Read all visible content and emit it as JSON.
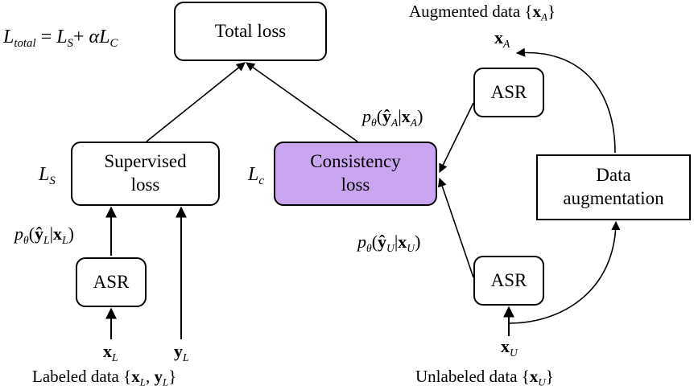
{
  "colors": {
    "consistency_fill": "#c9a6ef",
    "line": "#000000",
    "box_fill": "#ffffff"
  },
  "formula": {
    "lhs_symbol": "L",
    "lhs_sub": "total",
    "equals": " = ",
    "ls_symbol": "L",
    "ls_sub": "S",
    "plus": "+",
    "alpha": " αL",
    "lc_sub": "C"
  },
  "boxes": {
    "total_loss": "Total loss",
    "supervised_line1": "Supervised",
    "supervised_line2": "loss",
    "consistency_line1": "Consistency",
    "consistency_line2": "loss",
    "asr_labeled": "ASR",
    "asr_augmented": "ASR",
    "asr_unlabeled": "ASR",
    "augmentation_line1": "Data",
    "augmentation_line2": "augmentation"
  },
  "labels": {
    "ls": {
      "symbol": "L",
      "sub": "S"
    },
    "lc": {
      "symbol": "L",
      "sub": "c"
    },
    "p_theta": "p",
    "theta": "θ",
    "p_labeled": {
      "yhat": "ŷ",
      "ysub": "L",
      "bar": "|",
      "x": "x",
      "xsub": "L"
    },
    "p_augmented": {
      "yhat": "ŷ",
      "ysub": "A",
      "bar": "|",
      "x": "x",
      "xsub": "A"
    },
    "p_unlabeled": {
      "yhat": "ŷ",
      "ysub": "U",
      "bar": "|",
      "x": "x",
      "xsub": "U"
    },
    "x_labeled": {
      "x": "x",
      "sub": "L"
    },
    "y_labeled": {
      "y": "y",
      "sub": "L"
    },
    "x_unlabeled": {
      "x": "x",
      "sub": "U"
    },
    "x_augmented": {
      "x": "x",
      "sub": "A"
    }
  },
  "captions": {
    "labeled": {
      "text": "Labeled data {",
      "x": "x",
      "xsub": "L",
      "comma": ", ",
      "y": "y",
      "ysub": "L",
      "close": "}"
    },
    "unlabeled": {
      "text": "Unlabeled data {",
      "x": "x",
      "xsub": "U",
      "close": "}"
    },
    "augmented": {
      "text": "Augmented data {",
      "x": "x",
      "xsub": "A",
      "close": "}"
    }
  }
}
